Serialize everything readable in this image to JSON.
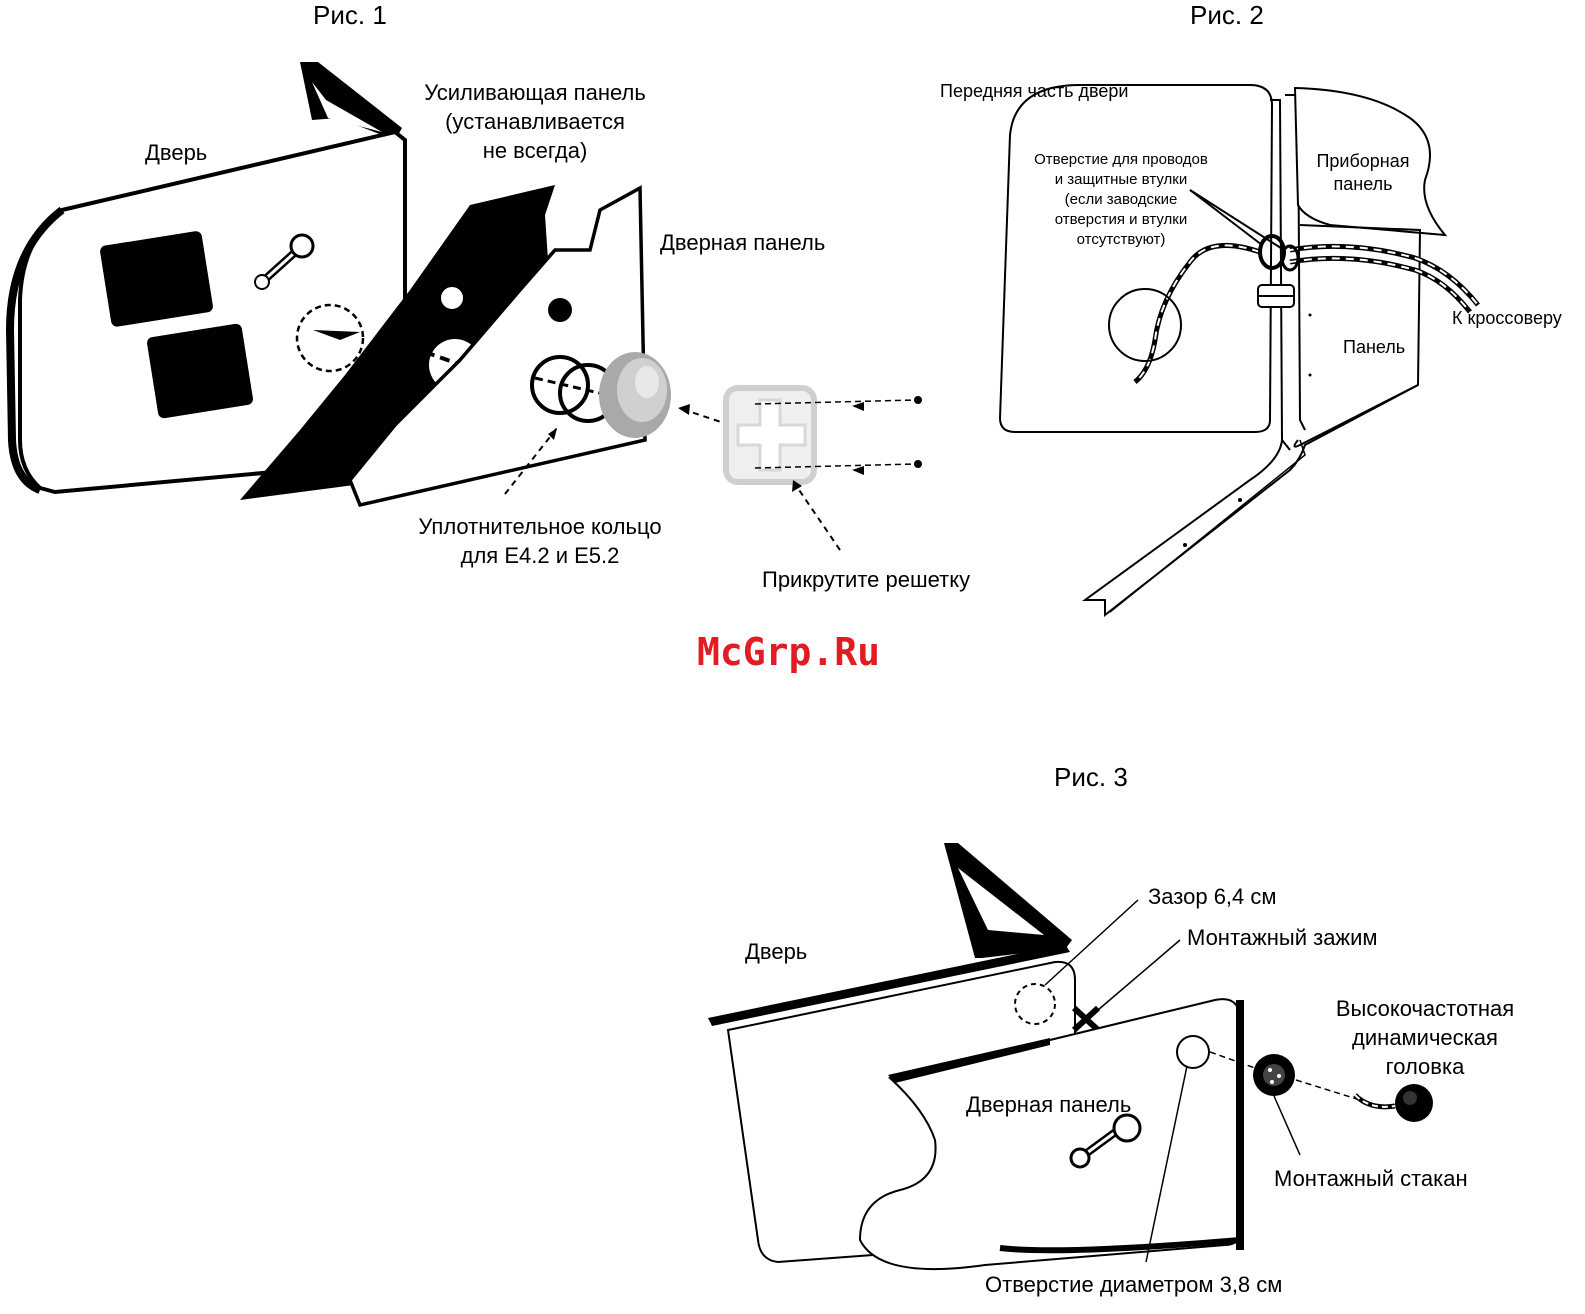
{
  "fig1": {
    "title": "Рис. 1",
    "door": "Дверь",
    "reinforce_line1": "Усиливающая панель",
    "reinforce_line2": "(устанавливается",
    "reinforce_line3": "не всегда)",
    "door_panel": "Дверная панель",
    "seal_line1": "Уплотнительное кольцо",
    "seal_line2": "для E4.2 и E5.2",
    "screw_grille": "Прикрутите решетку"
  },
  "fig2": {
    "title": "Рис. 2",
    "front_door": "Передняя часть двери",
    "hole_line1": "Отверстие для проводов",
    "hole_line2": "и защитные втулки",
    "hole_line3": "(если заводские",
    "hole_line4": "отверстия и втулки",
    "hole_line5": "отсутствуют)",
    "dash_line1": "Приборная",
    "dash_line2": "панель",
    "crossover": "К кроссоверу",
    "panel": "Панель"
  },
  "watermark": "McGrp.Ru",
  "fig3": {
    "title": "Рис. 3",
    "gap": "Зазор 6,4  см",
    "clip": "Монтажный зажим",
    "door": "Дверь",
    "tweeter_line1": "Высокочастотная",
    "tweeter_line2": "динамическая",
    "tweeter_line3": "головка",
    "door_panel": "Дверная панель",
    "cup": "Монтажный стакан",
    "hole": "Отверстие диаметром 3,8  см"
  },
  "colors": {
    "ink": "#000000",
    "watermark": "#e31b23"
  }
}
